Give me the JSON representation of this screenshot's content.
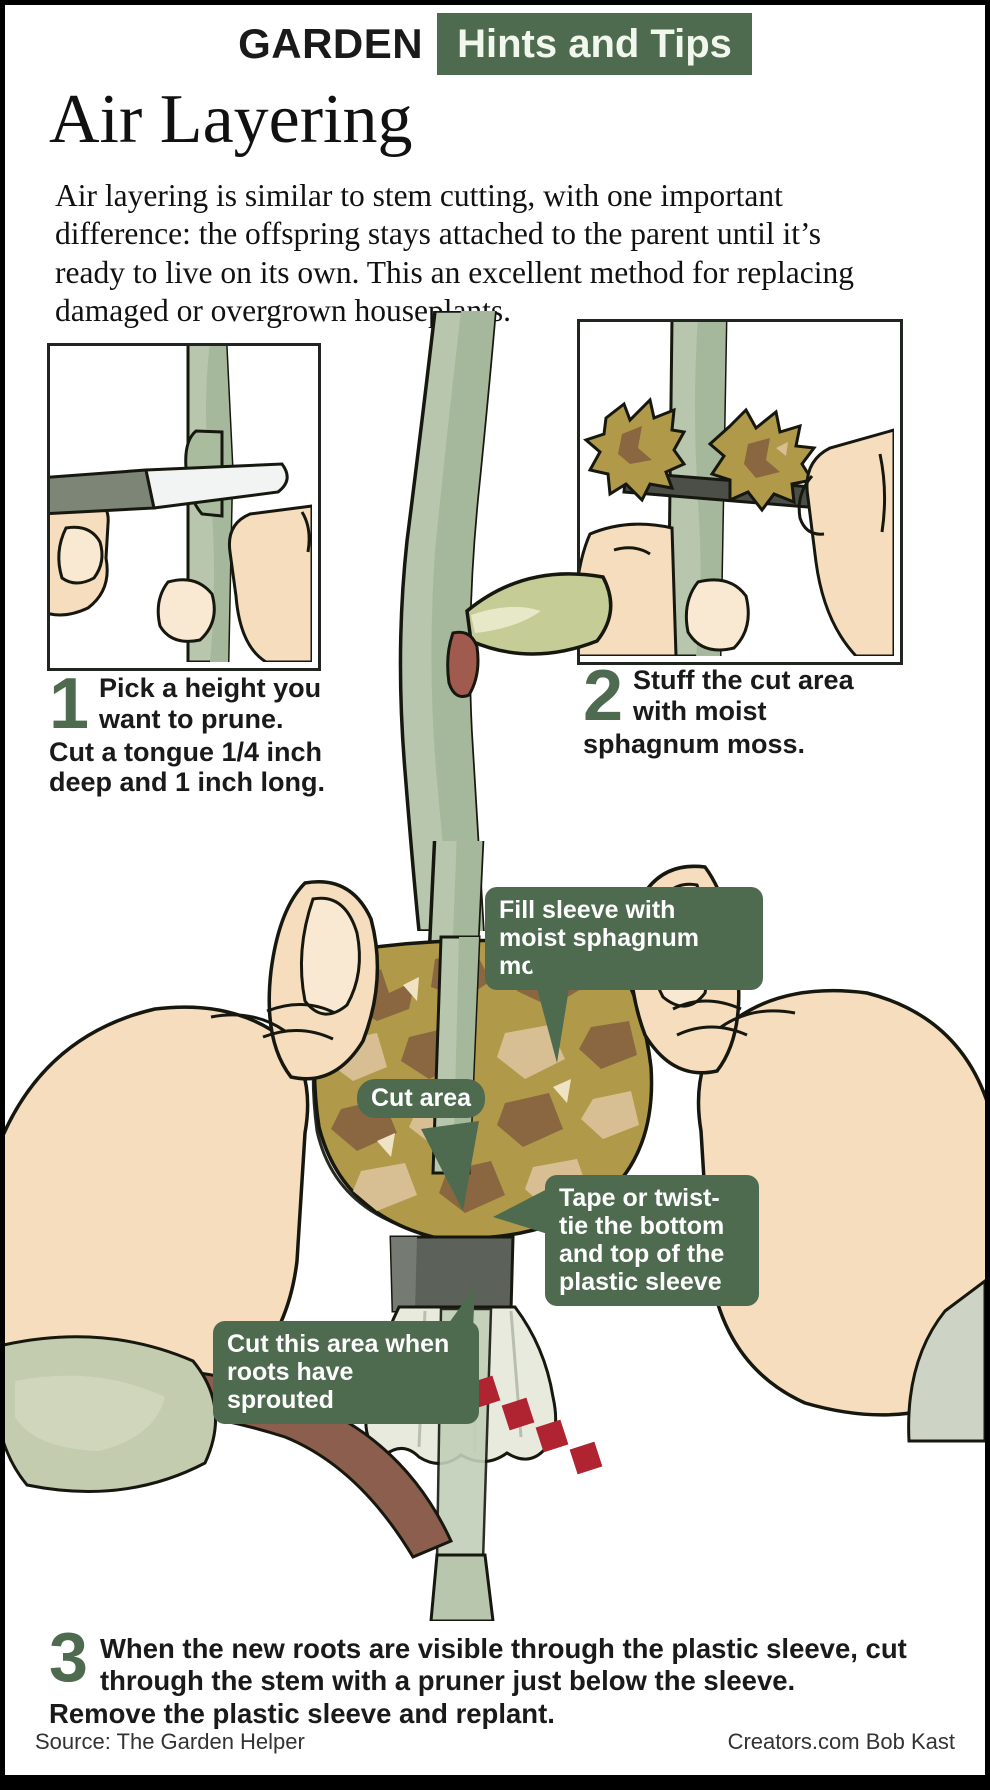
{
  "header": {
    "kicker": "GARDEN",
    "tab_label": "Hints and Tips",
    "tab_bg": "#4e6b50"
  },
  "title": "Air Layering",
  "intro": "Air layering is similar to stem cutting, with one important difference: the offspring stays attached to the parent until it’s ready to live on its own. This an excellent method for replacing damaged or overgrown houseplants.",
  "steps": [
    {
      "number": "1",
      "lead": "Pick a height you want to prune.",
      "rest": "Cut a tongue 1/4 inch deep and 1 inch long."
    },
    {
      "number": "2",
      "lead": "Stuff the cut area with moist",
      "rest": "sphagnum moss."
    },
    {
      "number": "3",
      "lead": "When the new roots are visible through the plastic sleeve, cut through the stem with a pruner just below the sleeve.",
      "rest": "Remove the plastic sleeve and replant."
    }
  ],
  "callouts": {
    "fill_sleeve": "Fill sleeve with moist sphagnum moss",
    "cut_area": "Cut area",
    "tape": "Tape or twist-tie the bottom and top of the plastic sleeve",
    "cut_roots": "Cut this area when roots have sprouted"
  },
  "footer": {
    "source": "Source: The Garden Helper",
    "credit": "Creators.com Bob Kast"
  },
  "palette": {
    "green_dark": "#4e6b50",
    "stem_green": "#b7c6ad",
    "stem_green_shadow": "#9aae92",
    "leaf_green": "#c5cc96",
    "skin": "#f6ddbe",
    "skin_shadow": "#eccba4",
    "moss_olive": "#b09a49",
    "moss_brown": "#8a6740",
    "moss_tan": "#d8bf93",
    "sleeve": "#e8eade",
    "tape_grey": "#5c6159",
    "cut_red": "#b02432",
    "stem_brown": "#8c5e4d",
    "outline": "#16180f"
  },
  "icons": {
    "knife": "knife-icon",
    "moss_clump": "moss-clump-icon",
    "hand": "hand-icon",
    "red_dashed_cut_line": "scissors-cut-line-icon"
  }
}
